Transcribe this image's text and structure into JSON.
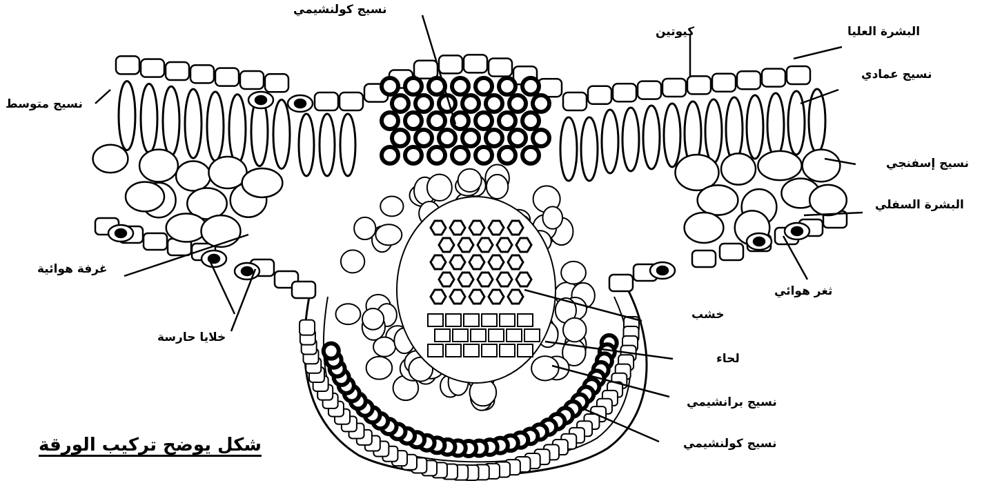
{
  "labels": {
    "collenchyma_top": "نسيج كولنشيمي",
    "cuticle": "كيوتين",
    "upper_epidermis": "البشرة العليا",
    "palisade": "نسيج عمادي",
    "mesophyll": "نسيج متوسط",
    "spongy": "نسيج إسفنجي",
    "lower_epidermis": "البشرة السفلي",
    "air_chamber": "غرفة هوائية",
    "stoma": "ثغر هوائي",
    "guard_cells": "خلايا حارسة",
    "xylem": "خشب",
    "phloem": "لحاء",
    "parenchyma": "نسيج برانشيمي",
    "collenchyma_bottom": "نسيج كولنشيمي"
  },
  "caption": "شكل يوضح تركيب الورقة"
}
